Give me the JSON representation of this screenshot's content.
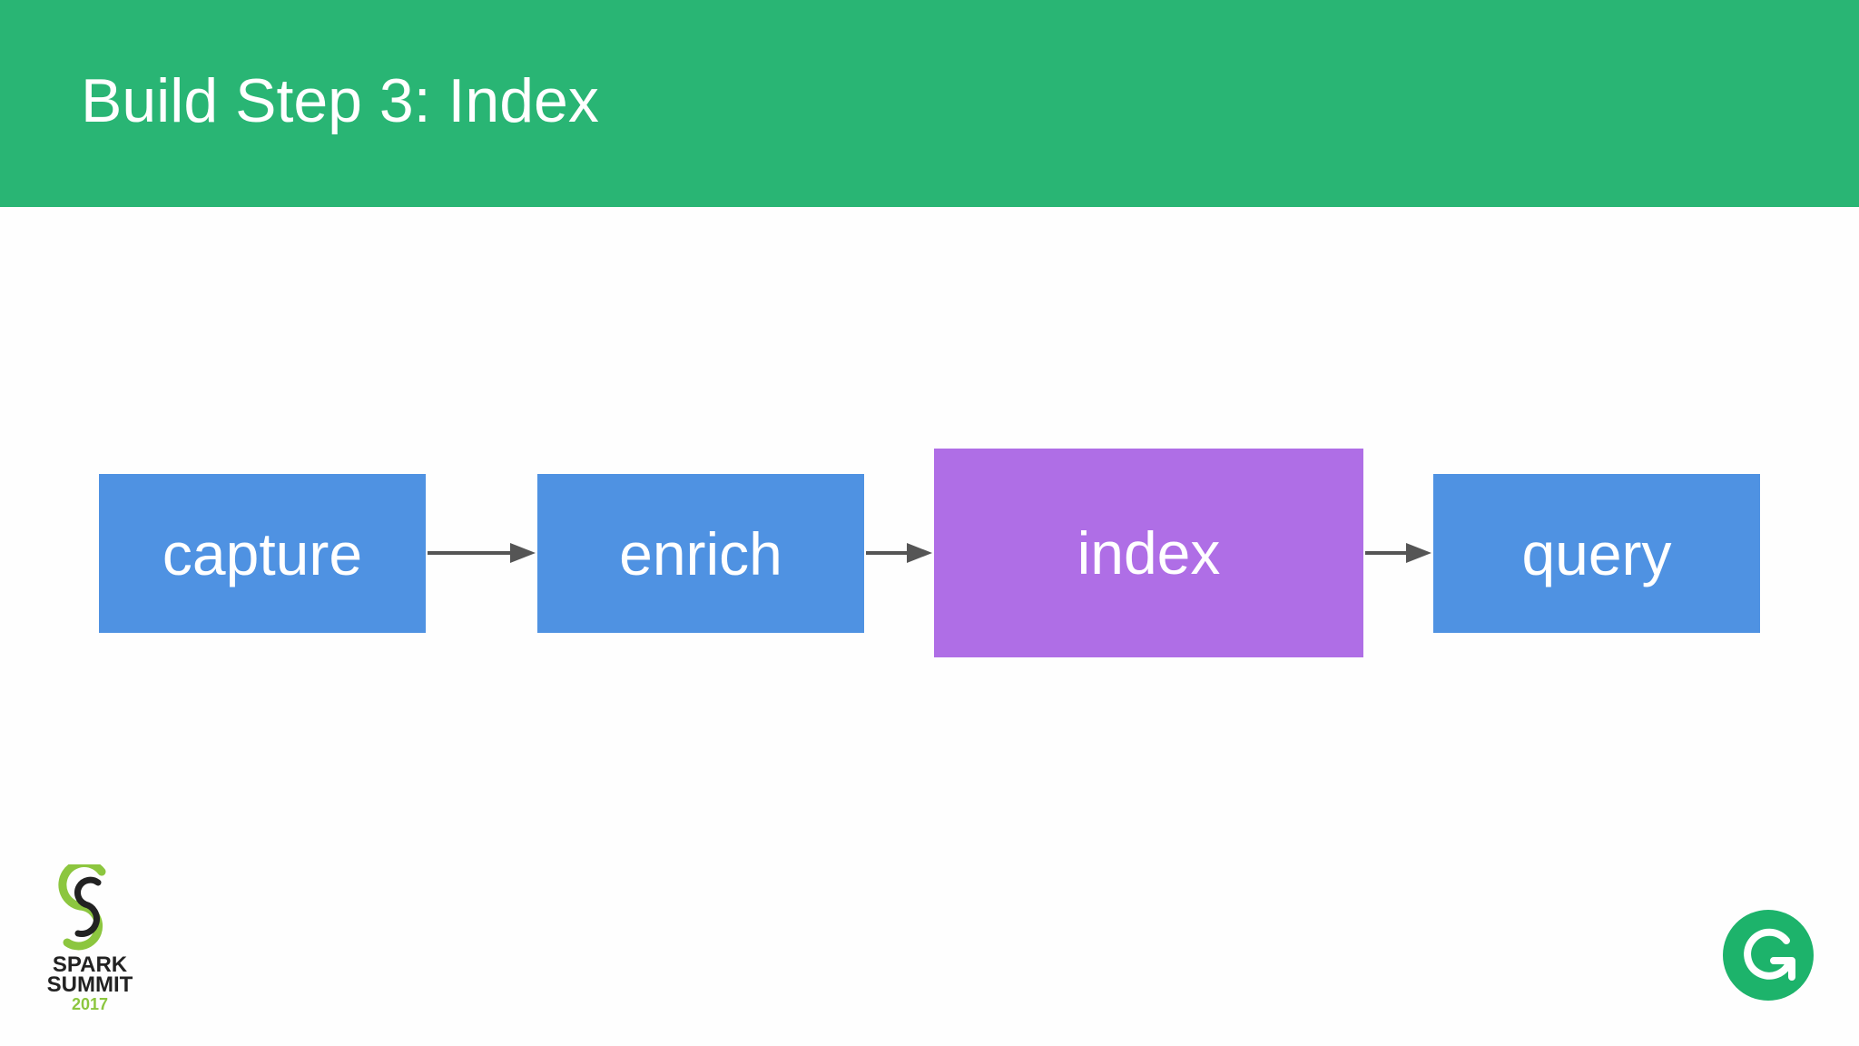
{
  "slide": {
    "title": "Build Step 3: Index"
  },
  "pipeline": {
    "steps": [
      {
        "label": "capture",
        "highlighted": false
      },
      {
        "label": "enrich",
        "highlighted": false
      },
      {
        "label": "index",
        "highlighted": true
      },
      {
        "label": "query",
        "highlighted": false
      }
    ]
  },
  "branding": {
    "event_line1": "SPARK",
    "event_line2": "SUMMIT",
    "event_year": "2017",
    "logo_icon": "spark-summit-logo-icon",
    "badge_icon": "grammarly-g-icon"
  },
  "colors": {
    "header": "#29b574",
    "step": "#4f92e2",
    "highlight": "#af6ee6",
    "arrow": "#555555",
    "badge": "#1db36b"
  }
}
